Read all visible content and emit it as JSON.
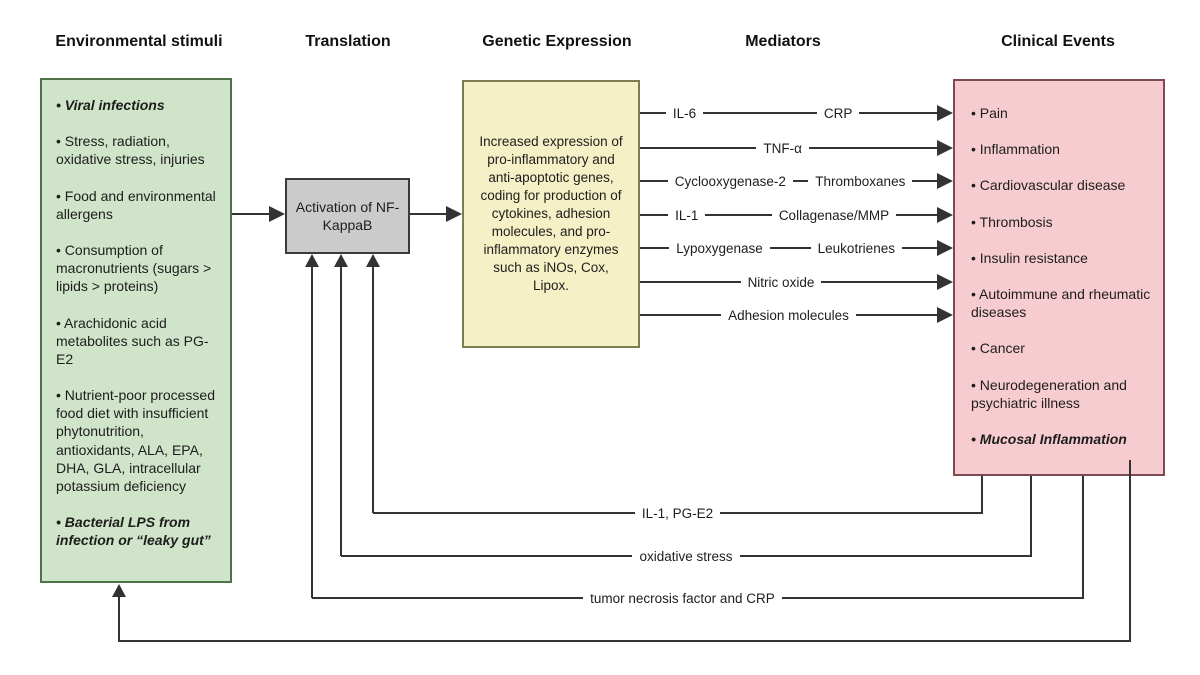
{
  "diagram": {
    "headers": {
      "environmental": "Environmental stimuli",
      "translation": "Translation",
      "genetic": "Genetic Expression",
      "mediators": "Mediators",
      "clinical": "Clinical Events"
    },
    "environmental_box": {
      "items": [
        {
          "text": "• Viral infections"
        },
        {
          "text": "• Stress, radiation, oxidative stress, injuries"
        },
        {
          "text": "• Food and environmental allergens"
        },
        {
          "text": "• Consumption of macronutrients (sugars > lipids > proteins)"
        },
        {
          "text": "• Arachidonic acid metabolites such as PG-E2"
        },
        {
          "text": "• Nutrient-poor processed food diet with insufficient phytonutrition, antioxidants, ALA, EPA, DHA, GLA, intracellular potassium deficiency"
        },
        {
          "text": "• Bacterial LPS from infection or “leaky gut”"
        }
      ]
    },
    "translation_box": {
      "label": "Activation of NF-KappaB"
    },
    "genetic_box": {
      "text": "Increased expression of pro-inflammatory and anti-apoptotic genes, coding for production of cytokines, adhesion molecules, and pro-inflammatory enzymes such as iNOs, Cox, Lipox."
    },
    "mediator_rows": [
      {
        "label1": "IL-6",
        "label2": "CRP"
      },
      {
        "label1": "TNF-α"
      },
      {
        "label1": "Cyclooxygenase-2",
        "label2": "Thromboxanes"
      },
      {
        "label1": "IL-1",
        "label2": "Collagenase/MMP"
      },
      {
        "label1": "Lypoxygenase",
        "label2": "Leukotrienes"
      },
      {
        "label1": "Nitric oxide"
      },
      {
        "label1": "Adhesion molecules"
      }
    ],
    "clinical_box": {
      "items": [
        {
          "text": "• Pain"
        },
        {
          "text": "• Inflammation"
        },
        {
          "text": "• Cardiovascular disease"
        },
        {
          "text": "• Thrombosis"
        },
        {
          "text": "• Insulin resistance"
        },
        {
          "text": "• Autoimmune and rheumatic diseases"
        },
        {
          "text": "• Cancer"
        },
        {
          "text": "• Neurodegeneration and psychiatric illness"
        },
        {
          "text": "• Mucosal Inflammation"
        }
      ]
    },
    "feedback": {
      "loop1": "IL-1, PG-E2",
      "loop2": "oxidative stress",
      "loop3": "tumor necrosis factor and CRP"
    },
    "colors": {
      "environmental_fill": "#cfe4c8",
      "environmental_border": "#4e7346",
      "translation_fill": "#cbcbcb",
      "translation_border": "#3a3a3a",
      "genetic_fill": "#f5f0c6",
      "genetic_border": "#7f7b52",
      "clinical_fill": "#f7ccd0",
      "clinical_border": "#7d4a50",
      "line": "#333333"
    }
  }
}
